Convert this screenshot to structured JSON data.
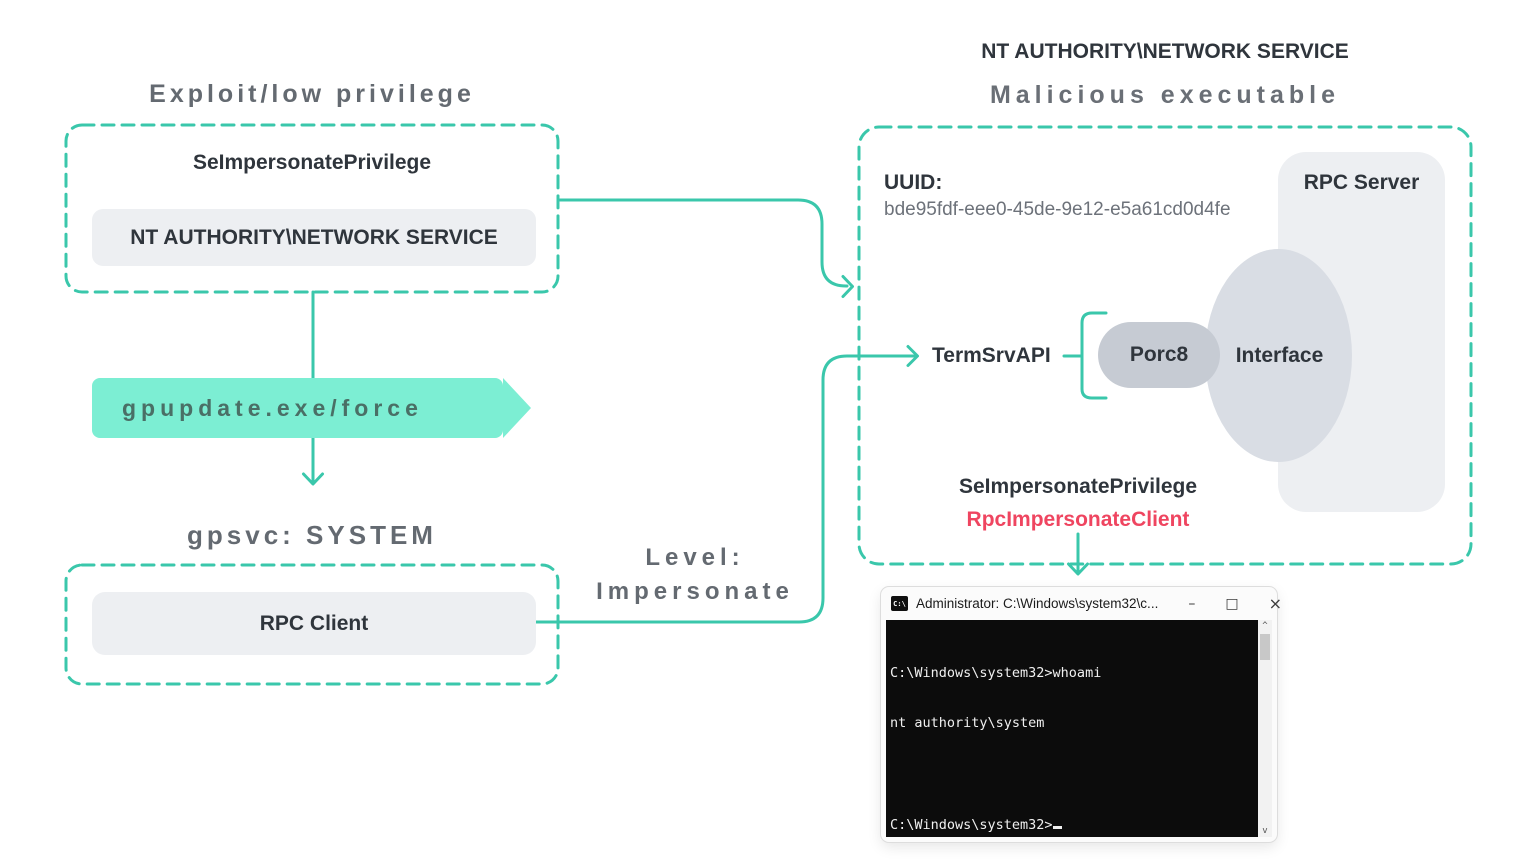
{
  "diagram": {
    "left": {
      "title": "Exploit/low privilege",
      "privilege_label": "SeImpersonatePrivilege",
      "account_chip": "NT AUTHORITY\\NETWORK SERVICE",
      "command_banner": "gpupdate.exe/force",
      "service_label": "gpsvc: SYSTEM",
      "client_chip": "RPC Client"
    },
    "connector": {
      "level_line1": "Level:",
      "level_line2": "Impersonate"
    },
    "right": {
      "account_title": "NT AUTHORITY\\NETWORK SERVICE",
      "subtitle": "Malicious executable",
      "uuid_label": "UUID:",
      "uuid_value": "bde95fdf-eee0-45de-9e12-e5a61cd0d4fe",
      "rpc_server_label": "RPC Server",
      "api_label": "TermSrvAPI",
      "pill_label": "Porc8",
      "interface_label": "Interface",
      "privilege_label": "SeImpersonatePrivilege",
      "api_call_label": "RpcImpersonateClient"
    }
  },
  "terminal": {
    "title": "Administrator: C:\\Windows\\system32\\c...",
    "icon_glyph": "C:\\",
    "controls": {
      "minimize": "–",
      "maximize": "□",
      "close": "×"
    },
    "lines": [
      "C:\\Windows\\system32>whoami",
      "nt authority\\system",
      "",
      "C:\\Windows\\system32>"
    ],
    "scrollbar": {
      "up": "^",
      "down": "v"
    }
  },
  "colors": {
    "accent_teal": "#3ac7ab",
    "mint_banner": "#7ceed3",
    "chip_gray": "#edeff2",
    "pill_gray": "#c6cbd3",
    "ellipse_gray": "#d9dde4",
    "text_dark": "#2f353c",
    "text_gray": "#646a71",
    "alert_red": "#ef4560",
    "terminal_bg": "#0c0c0c"
  }
}
